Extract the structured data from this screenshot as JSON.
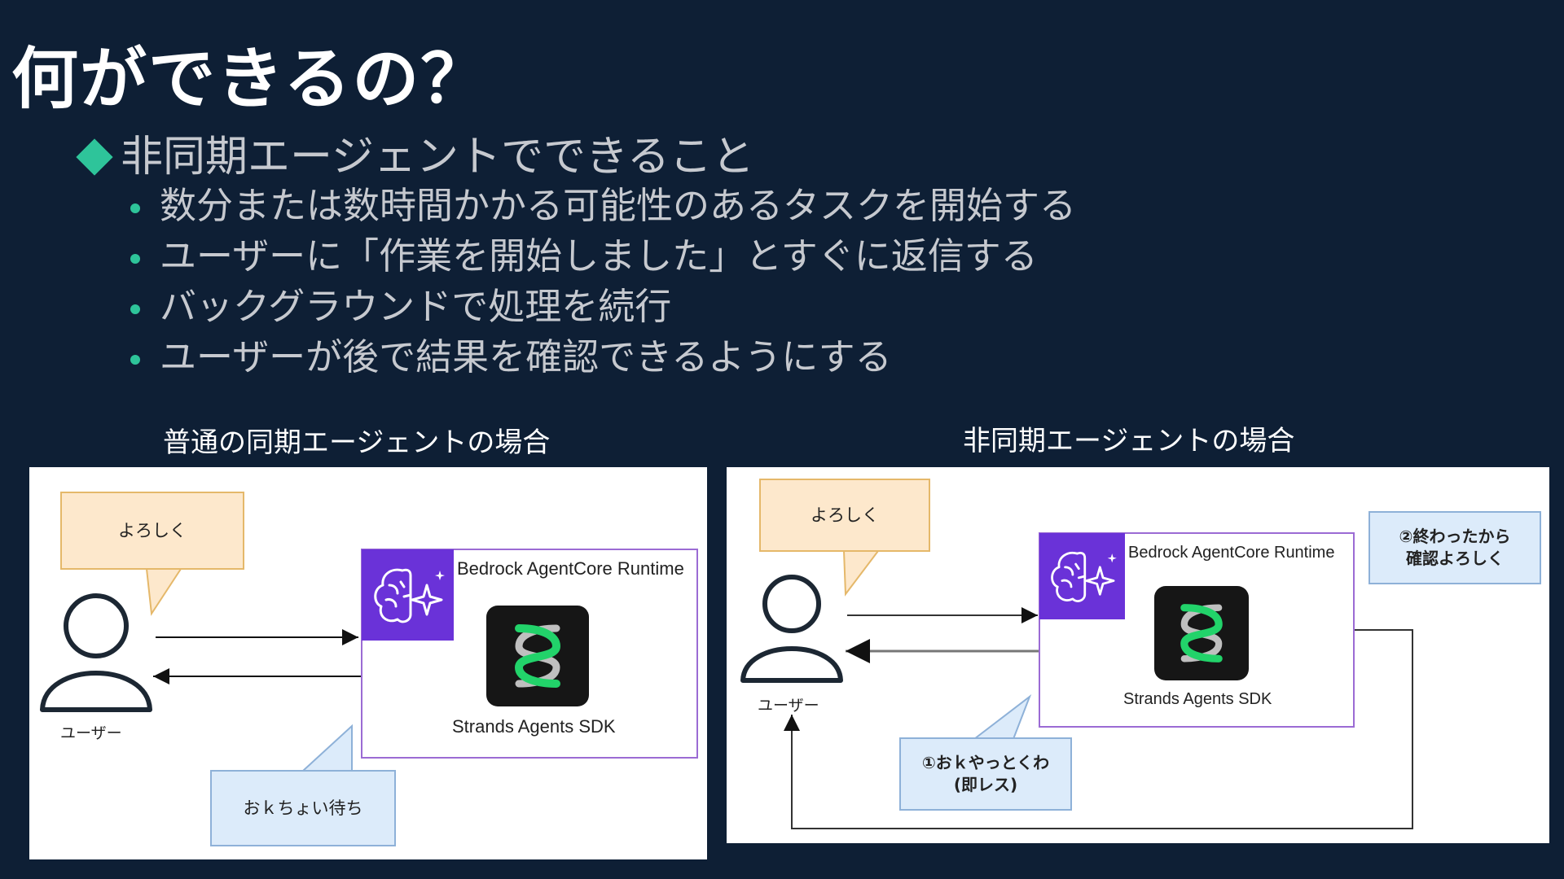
{
  "slide": {
    "title": "何ができるの？",
    "heading": "非同期エージェントでできること",
    "bullets": [
      "数分または数時間かかる可能性のあるタスクを開始する",
      "ユーザーに「作業を開始しました」とすぐに返信する",
      "バックグラウンドで処理を続行",
      "ユーザーが後で結果を確認できるようにする"
    ]
  },
  "left_diagram": {
    "caption": "普通の同期エージェントの場合",
    "bubble_request": "よろしく",
    "bubble_reply": "おｋちょい待ち",
    "user_label": "ユーザー",
    "runtime_label": "Bedrock AgentCore Runtime",
    "sdk_label": "Strands Agents SDK"
  },
  "right_diagram": {
    "caption": "非同期エージェントの場合",
    "bubble_request": "よろしく",
    "bubble_done": "②終わったから\n確認よろしく",
    "bubble_reply": "①おｋやっとくわ\n(即レス)",
    "user_label": "ユーザー",
    "runtime_label": "Bedrock AgentCore Runtime",
    "sdk_label": "Strands Agents SDK"
  },
  "colors": {
    "background": "#0e1f35",
    "accent": "#2ec49a",
    "runtime_icon": "#6a32d8",
    "strands_green": "#22d36a"
  },
  "icons": [
    "diamond-bullet-icon",
    "user-icon",
    "brain-sparkle-icon",
    "strands-logo-icon"
  ]
}
